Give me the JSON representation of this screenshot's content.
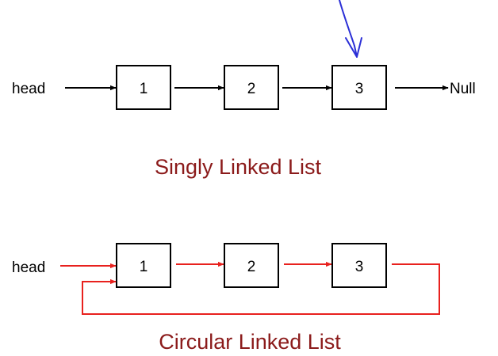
{
  "colors": {
    "singly_arrows": "#000000",
    "circular_arrows": "#e8211e",
    "caption": "#8b1a1a",
    "annotation_pen": "#2b2fd6"
  },
  "singly": {
    "head_label": "head",
    "nodes": [
      "1",
      "2",
      "3"
    ],
    "null_label": "Null",
    "caption": "Singly Linked List"
  },
  "circular": {
    "head_label": "head",
    "nodes": [
      "1",
      "2",
      "3"
    ],
    "caption": "Circular Linked List"
  }
}
